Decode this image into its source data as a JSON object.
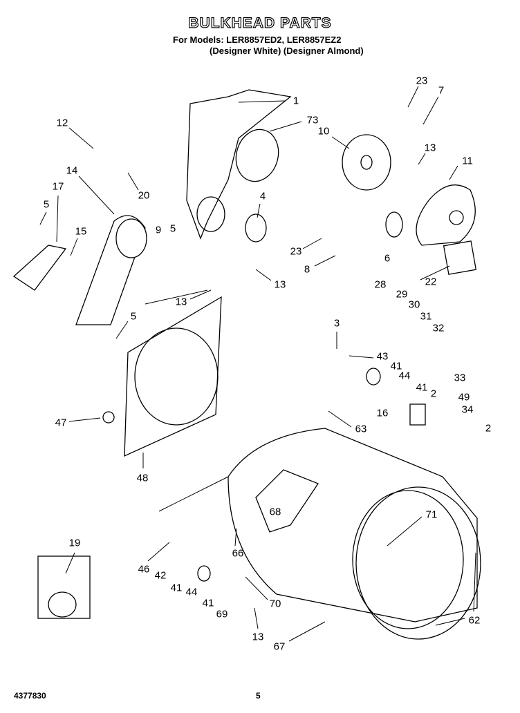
{
  "header": {
    "title": "BULKHEAD PARTS",
    "models_line": "For Models: LER8857ED2, LER8857EZ2",
    "colors_line": "(Designer White) (Designer Almond)"
  },
  "callouts": [
    "1",
    "73",
    "23",
    "7",
    "12",
    "10",
    "13",
    "11",
    "14",
    "20",
    "17",
    "4",
    "5",
    "15",
    "9",
    "5",
    "23",
    "6",
    "8",
    "13",
    "22",
    "28",
    "29",
    "13",
    "30",
    "31",
    "5",
    "3",
    "32",
    "43",
    "41",
    "44",
    "41",
    "33",
    "2",
    "49",
    "16",
    "34",
    "47",
    "63",
    "2",
    "48",
    "68",
    "71",
    "19",
    "66",
    "46",
    "42",
    "70",
    "41",
    "44",
    "41",
    "62",
    "69",
    "13",
    "67"
  ],
  "footer": {
    "doc_number": "4377830",
    "page_number": "5"
  }
}
